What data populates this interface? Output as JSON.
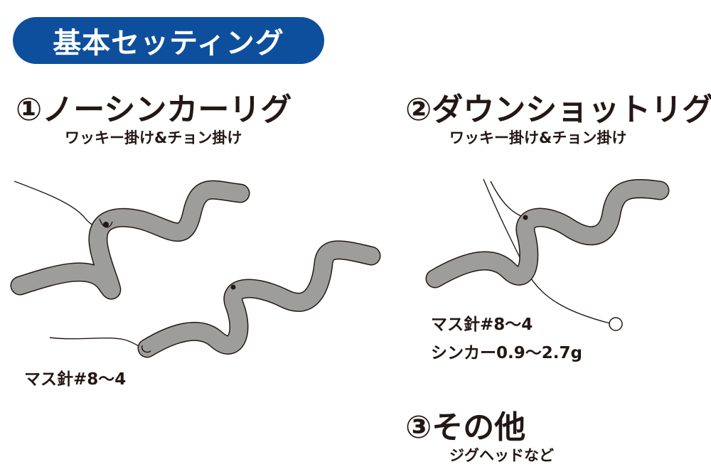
{
  "header": {
    "title": "基本セッティング"
  },
  "sections": [
    {
      "title": "①ノーシンカーリグ",
      "subtitle": "ワッキー掛け&チョン掛け",
      "notes": [
        "マス針#8～4"
      ]
    },
    {
      "title": "②ダウンショットリグ",
      "subtitle": "ワッキー掛け&チョン掛け",
      "notes": [
        "マス針#8～4",
        "シンカー0.9～2.7g"
      ]
    },
    {
      "title": "③その他",
      "subtitle": "ジグヘッドなど",
      "notes": []
    }
  ],
  "colors": {
    "header_bg": "#0e4f9d",
    "header_text": "#ffffff",
    "text": "#231815",
    "worm_body": "#9d9d9c"
  }
}
